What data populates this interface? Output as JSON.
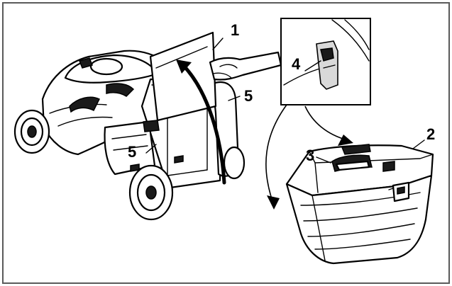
{
  "labels": {
    "one": "1",
    "two": "2",
    "three": "3",
    "four": "4",
    "five_right": "5",
    "five_left": "5"
  },
  "colors": {
    "ink": "#000000",
    "paper": "#ffffff",
    "frame": "#5a5a5a"
  }
}
